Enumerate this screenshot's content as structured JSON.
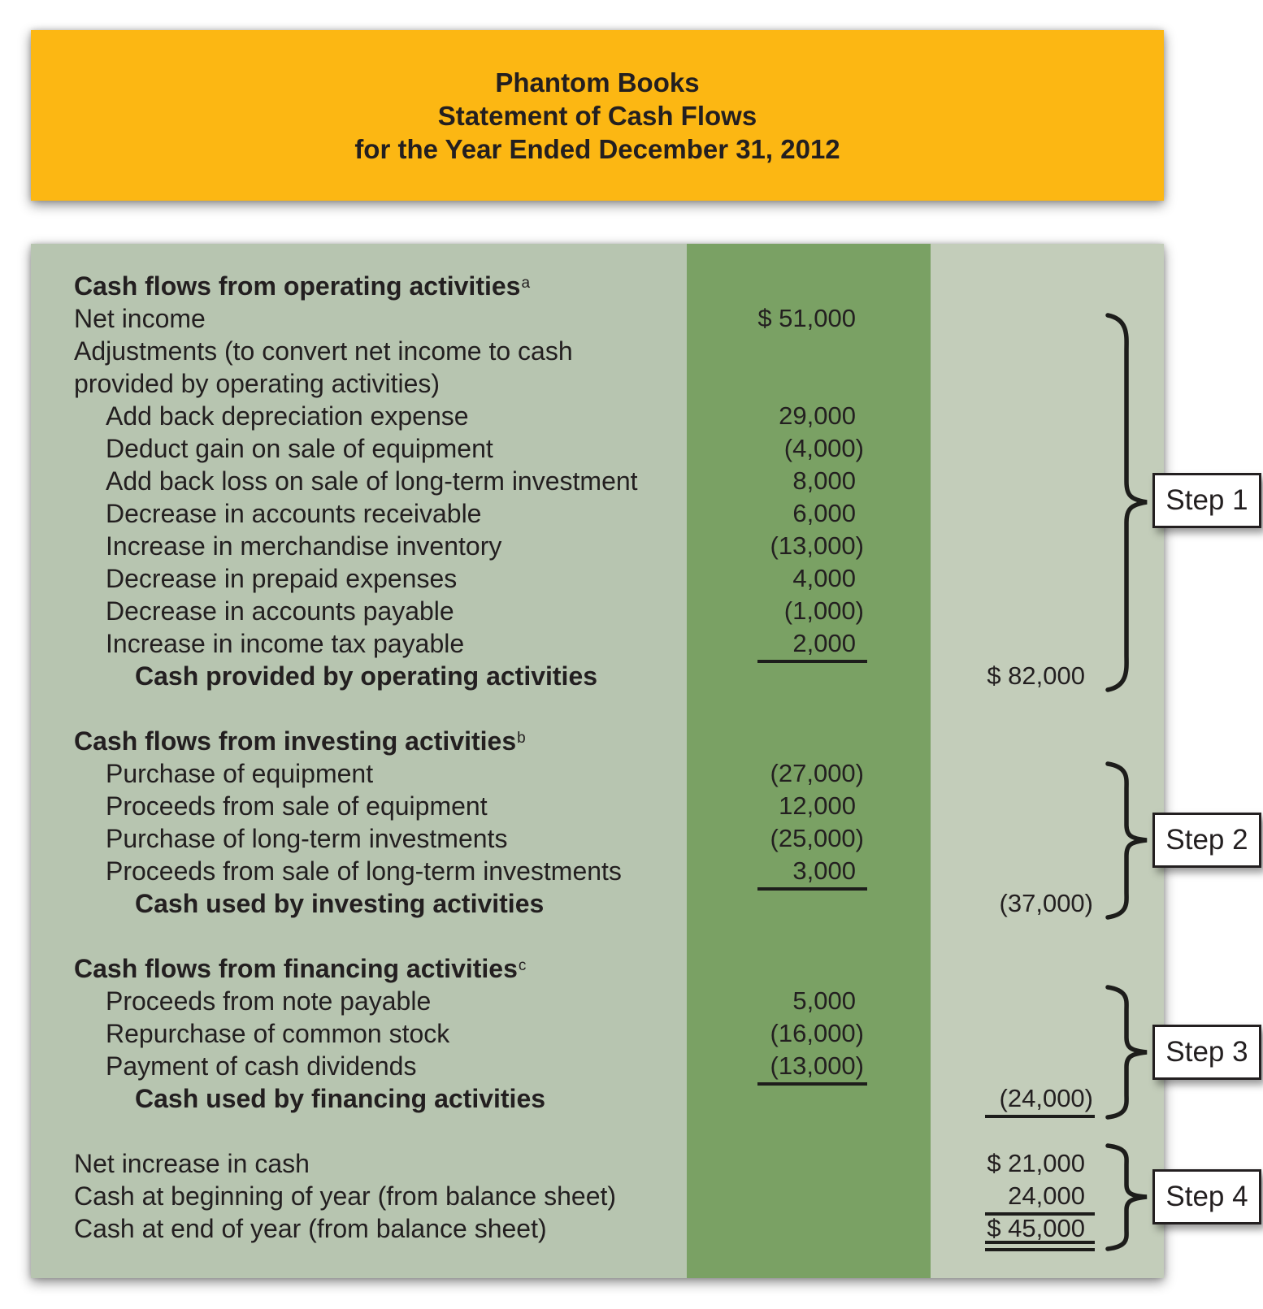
{
  "header": {
    "lines": [
      "Phantom Books",
      "Statement of Cash Flows",
      "for the Year Ended December 31, 2012"
    ]
  },
  "statement": {
    "rows": [
      {
        "label": "Cash flows from operating activities",
        "sup": "a",
        "style": "section",
        "indent": 0
      },
      {
        "label": "Net income",
        "indent": 0,
        "col2": "$ 51,000"
      },
      {
        "label": "Adjustments (to convert net income to cash",
        "indent": 0
      },
      {
        "label": "provided by operating activities)",
        "indent": 0
      },
      {
        "label": "Add back depreciation expense",
        "indent": 1,
        "col2": "29,000"
      },
      {
        "label": "Deduct gain on sale of equipment",
        "indent": 1,
        "col2": "(4,000)"
      },
      {
        "label": "Add back loss on sale of long-term investment",
        "indent": 1,
        "col2": "8,000"
      },
      {
        "label": "Decrease in accounts receivable",
        "indent": 1,
        "col2": "6,000"
      },
      {
        "label": "Increase in merchandise inventory",
        "indent": 1,
        "col2": "(13,000)"
      },
      {
        "label": "Decrease in prepaid expenses",
        "indent": 1,
        "col2": "4,000"
      },
      {
        "label": "Decrease in accounts payable",
        "indent": 1,
        "col2": "(1,000)"
      },
      {
        "label": "Increase in income tax payable",
        "indent": 1,
        "col2": "2,000",
        "rule2": "single"
      },
      {
        "label": "Cash provided by operating activities",
        "style": "total",
        "indent": 2,
        "col3": "$ 82,000"
      },
      {
        "blank": true
      },
      {
        "label": "Cash flows from investing activities",
        "sup": "b",
        "style": "section",
        "indent": 0
      },
      {
        "label": "Purchase of equipment",
        "indent": 1,
        "col2": "(27,000)"
      },
      {
        "label": "Proceeds from sale of equipment",
        "indent": 1,
        "col2": "12,000"
      },
      {
        "label": "Purchase of long-term investments",
        "indent": 1,
        "col2": "(25,000)"
      },
      {
        "label": "Proceeds from sale of long-term investments",
        "indent": 1,
        "col2": "3,000",
        "rule2": "single"
      },
      {
        "label": "Cash used by investing activities",
        "style": "total",
        "indent": 2,
        "col3": "(37,000)"
      },
      {
        "blank": true
      },
      {
        "label": "Cash flows from financing activities",
        "sup": "c",
        "style": "section",
        "indent": 0
      },
      {
        "label": "Proceeds from note payable",
        "indent": 1,
        "col2": "5,000"
      },
      {
        "label": "Repurchase of common stock",
        "indent": 1,
        "col2": "(16,000)"
      },
      {
        "label": "Payment of cash dividends",
        "indent": 1,
        "col2": "(13,000)",
        "rule2": "single"
      },
      {
        "label": "Cash used by financing activities",
        "style": "total",
        "indent": 2,
        "col3": "(24,000)",
        "rule3": "single"
      },
      {
        "blank": true
      },
      {
        "label": "Net increase in cash",
        "indent": 0,
        "col3": "$ 21,000"
      },
      {
        "label": "Cash at beginning of year (from balance sheet)",
        "indent": 0,
        "col3": "24,000",
        "rule3": "single"
      },
      {
        "label": "Cash at end of year (from balance sheet)",
        "indent": 0,
        "col3": "$ 45,000",
        "rule3": "double"
      }
    ]
  },
  "steps": [
    {
      "label": "Step 1"
    },
    {
      "label": "Step 2"
    },
    {
      "label": "Step 3"
    },
    {
      "label": "Step 4"
    }
  ],
  "colors": {
    "header_bg": "#fcb713",
    "panel_bg": "#b7c5b0",
    "amount_col_bg": "#7aa164",
    "result_col_bg": "#c3cdba",
    "text": "#231f20"
  }
}
